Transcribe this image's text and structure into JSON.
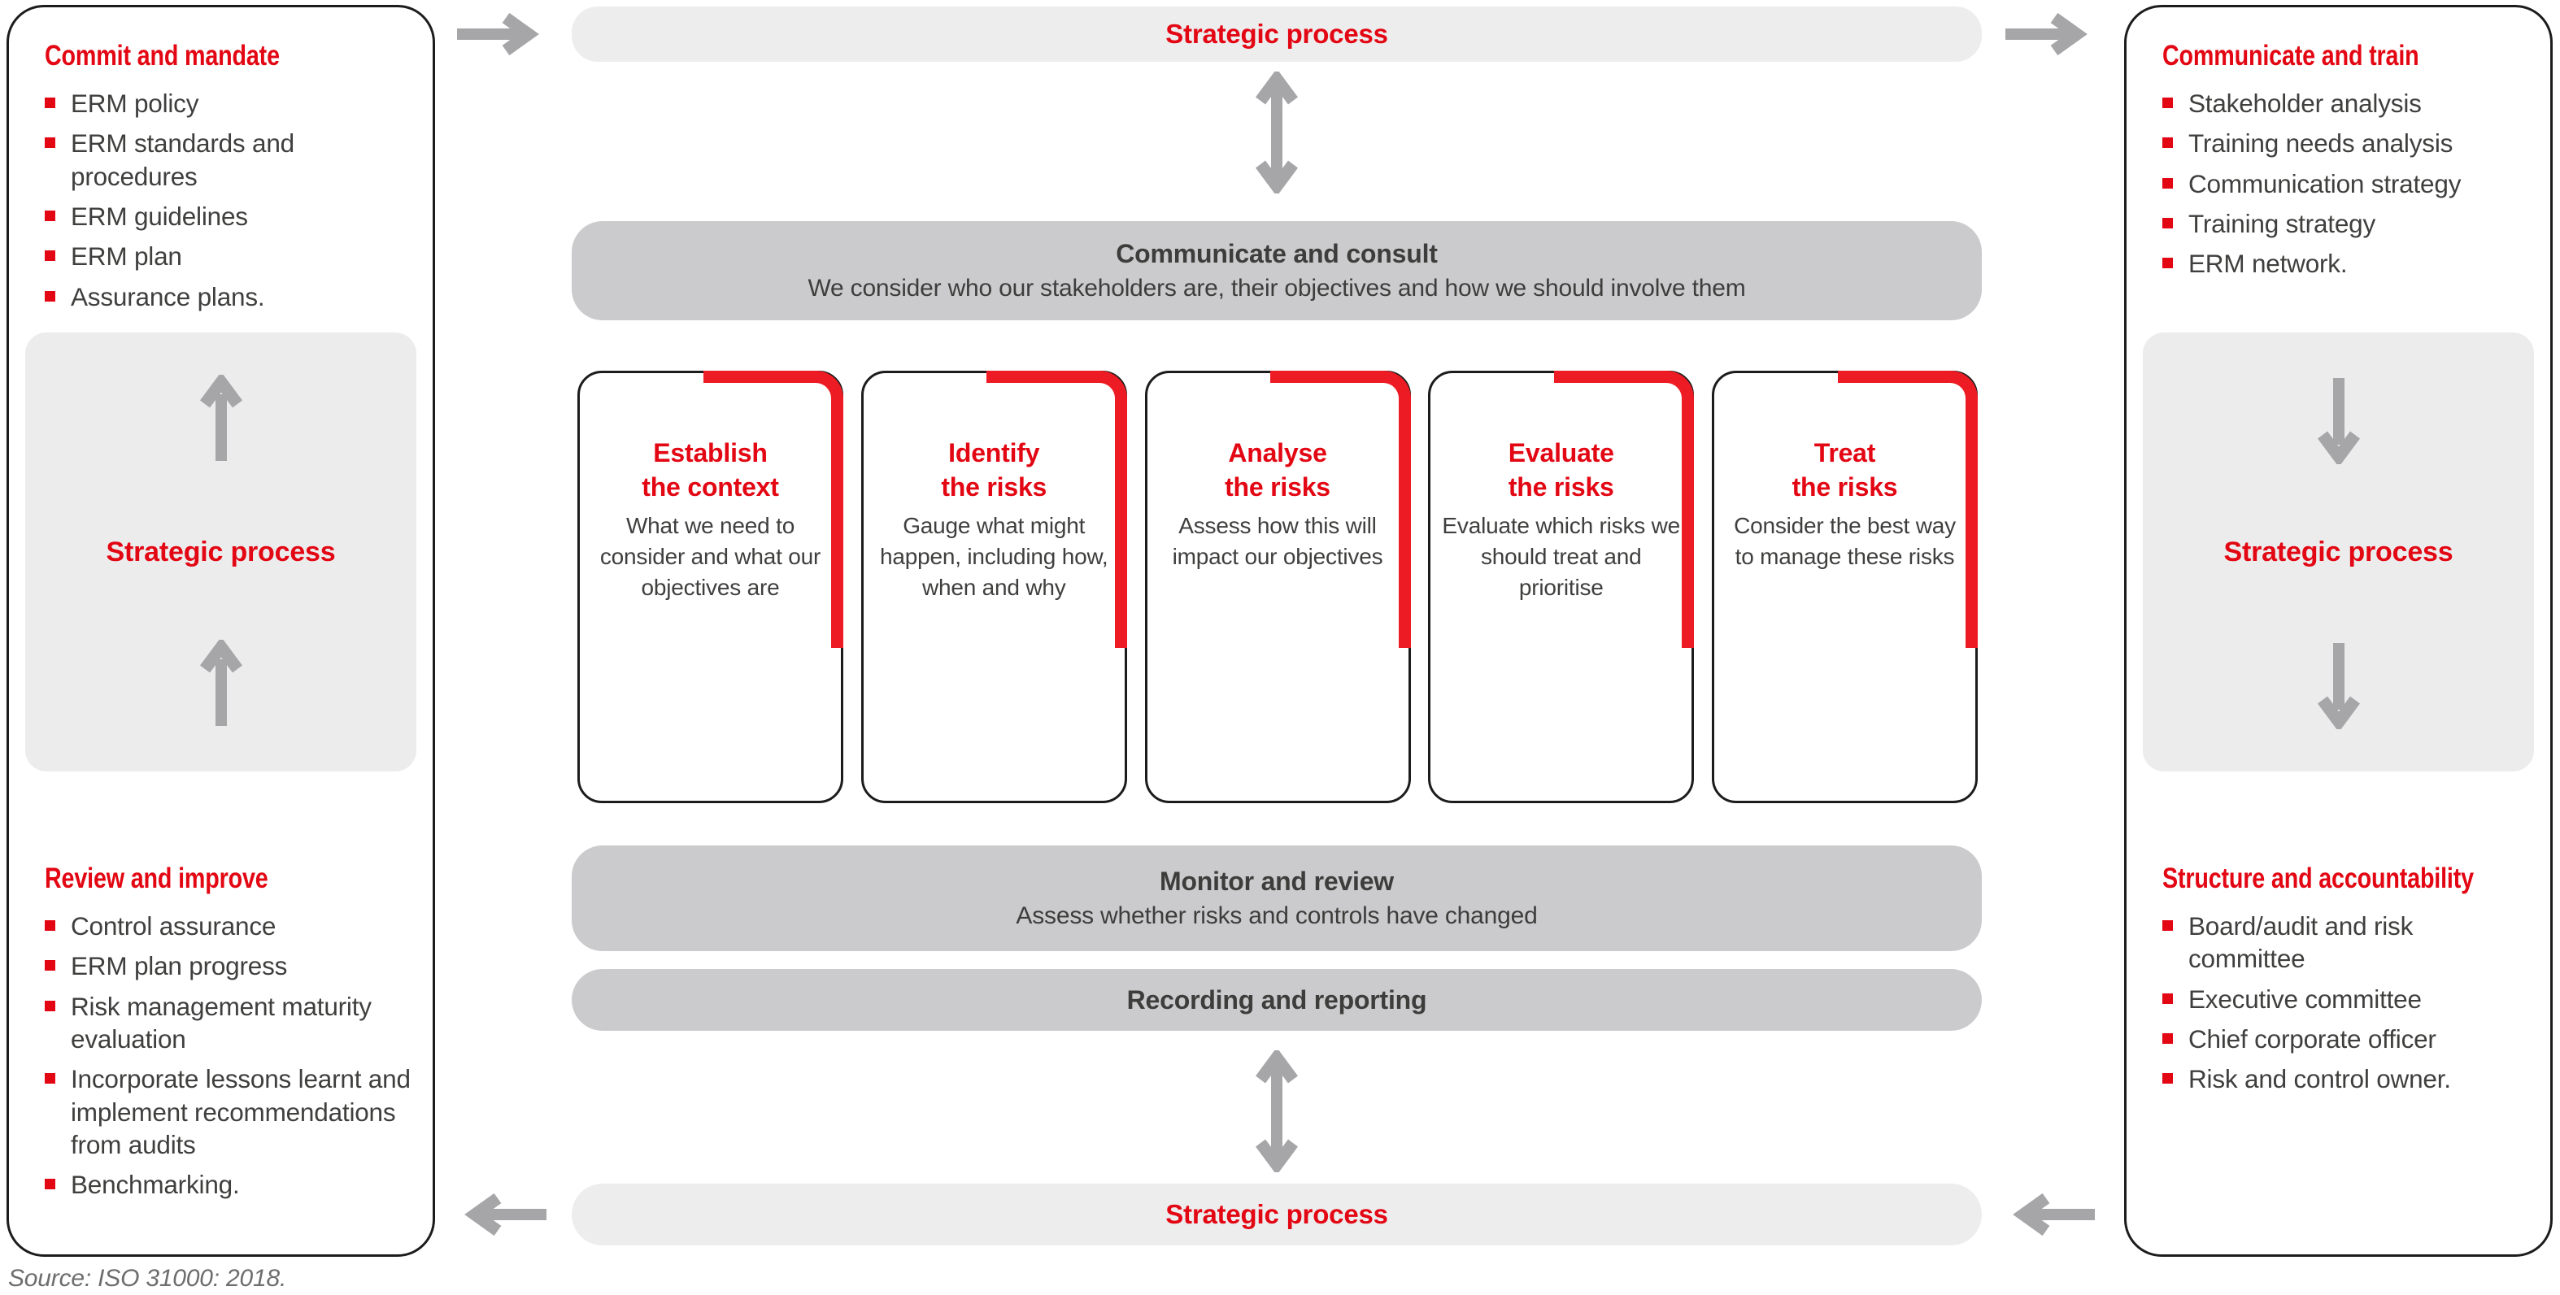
{
  "colors": {
    "red": "#e30613",
    "accent_red": "#ed1c24",
    "dark_text": "#3f3f3e",
    "arrow_gray": "#a6a6a8",
    "bar_light": "#ededee",
    "bar_medium": "#cbcbcd",
    "panel_box_gray": "#ececed",
    "border_dark": "#1c1c1c",
    "source_gray": "#6d6d6d"
  },
  "source_caption": "Source: ISO 31000: 2018.",
  "left_panel": {
    "commit": {
      "title": "Commit and mandate",
      "items": [
        "ERM policy",
        "ERM standards and procedures",
        "ERM guidelines",
        "ERM plan",
        "Assurance plans."
      ]
    },
    "strategic_box_label": "Strategic process",
    "review": {
      "title": "Review and improve",
      "items": [
        "Control assurance",
        "ERM plan progress",
        "Risk management maturity evaluation",
        "Incorporate lessons learnt and implement recommendations from audits",
        "Benchmarking."
      ]
    }
  },
  "right_panel": {
    "communicate": {
      "title": "Communicate and train",
      "items": [
        "Stakeholder analysis",
        "Training needs analysis",
        "Communication strategy",
        "Training strategy",
        "ERM network."
      ]
    },
    "strategic_box_label": "Strategic process",
    "structure": {
      "title": "Structure and accountability",
      "items": [
        "Board/audit and risk committee",
        "Executive committee",
        "Chief corporate officer",
        "Risk and control owner."
      ]
    }
  },
  "center": {
    "top_bar_label": "Strategic process",
    "bottom_bar_label": "Strategic process",
    "communicate_bar": {
      "title": "Communicate and consult",
      "subtitle": "We consider who our stakeholders are, their objectives and how we should involve them"
    },
    "monitor_bar": {
      "title": "Monitor and review",
      "subtitle": "Assess whether risks and controls have changed"
    },
    "recording_bar": {
      "title": "Recording and reporting"
    },
    "cards": [
      {
        "title_line1": "Establish",
        "title_line2": "the context",
        "body": "What we need to consider and what our objectives are"
      },
      {
        "title_line1": "Identify",
        "title_line2": "the risks",
        "body": "Gauge what might happen, including how, when and why"
      },
      {
        "title_line1": "Analyse",
        "title_line2": "the risks",
        "body": "Assess how this will impact our objectives"
      },
      {
        "title_line1": "Evaluate",
        "title_line2": "the risks",
        "body": "Evaluate which risks we should treat and prioritise"
      },
      {
        "title_line1": "Treat",
        "title_line2": "the risks",
        "body": "Consider the best way to manage these risks"
      }
    ]
  }
}
